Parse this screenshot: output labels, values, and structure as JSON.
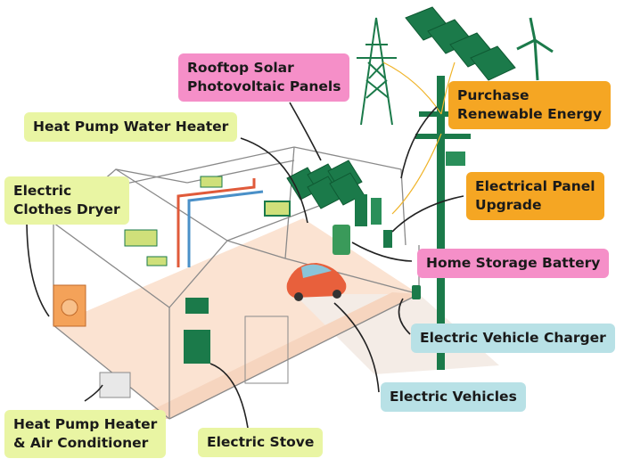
{
  "labels": {
    "rooftop_solar": "Rooftop Solar\nPhotovoltaic Panels",
    "heat_pump_water_heater": "Heat Pump Water Heater",
    "electric_clothes_dryer": "Electric\nClothes Dryer",
    "purchase_renewable": "Purchase\nRenewable Energy",
    "electrical_panel_upgrade": "Electrical Panel\nUpgrade",
    "home_storage_battery": "Home Storage Battery",
    "ev_charger": "Electric Vehicle Charger",
    "electric_vehicles": "Electric Vehicles",
    "heat_pump_hvac": "Heat Pump Heater\n& Air Conditioner",
    "electric_stove": "Electric Stove"
  },
  "colors": {
    "yellow_label": "#e9f5a3",
    "pink_label": "#f58fc8",
    "orange_label": "#f5a623",
    "blue_label": "#b8e1e6",
    "green_equipment": "#1b7a4a",
    "floor": "#fbe3d2",
    "car": "#e8603c",
    "pipe_red": "#e05a3a",
    "pipe_blue": "#4a90c8"
  }
}
